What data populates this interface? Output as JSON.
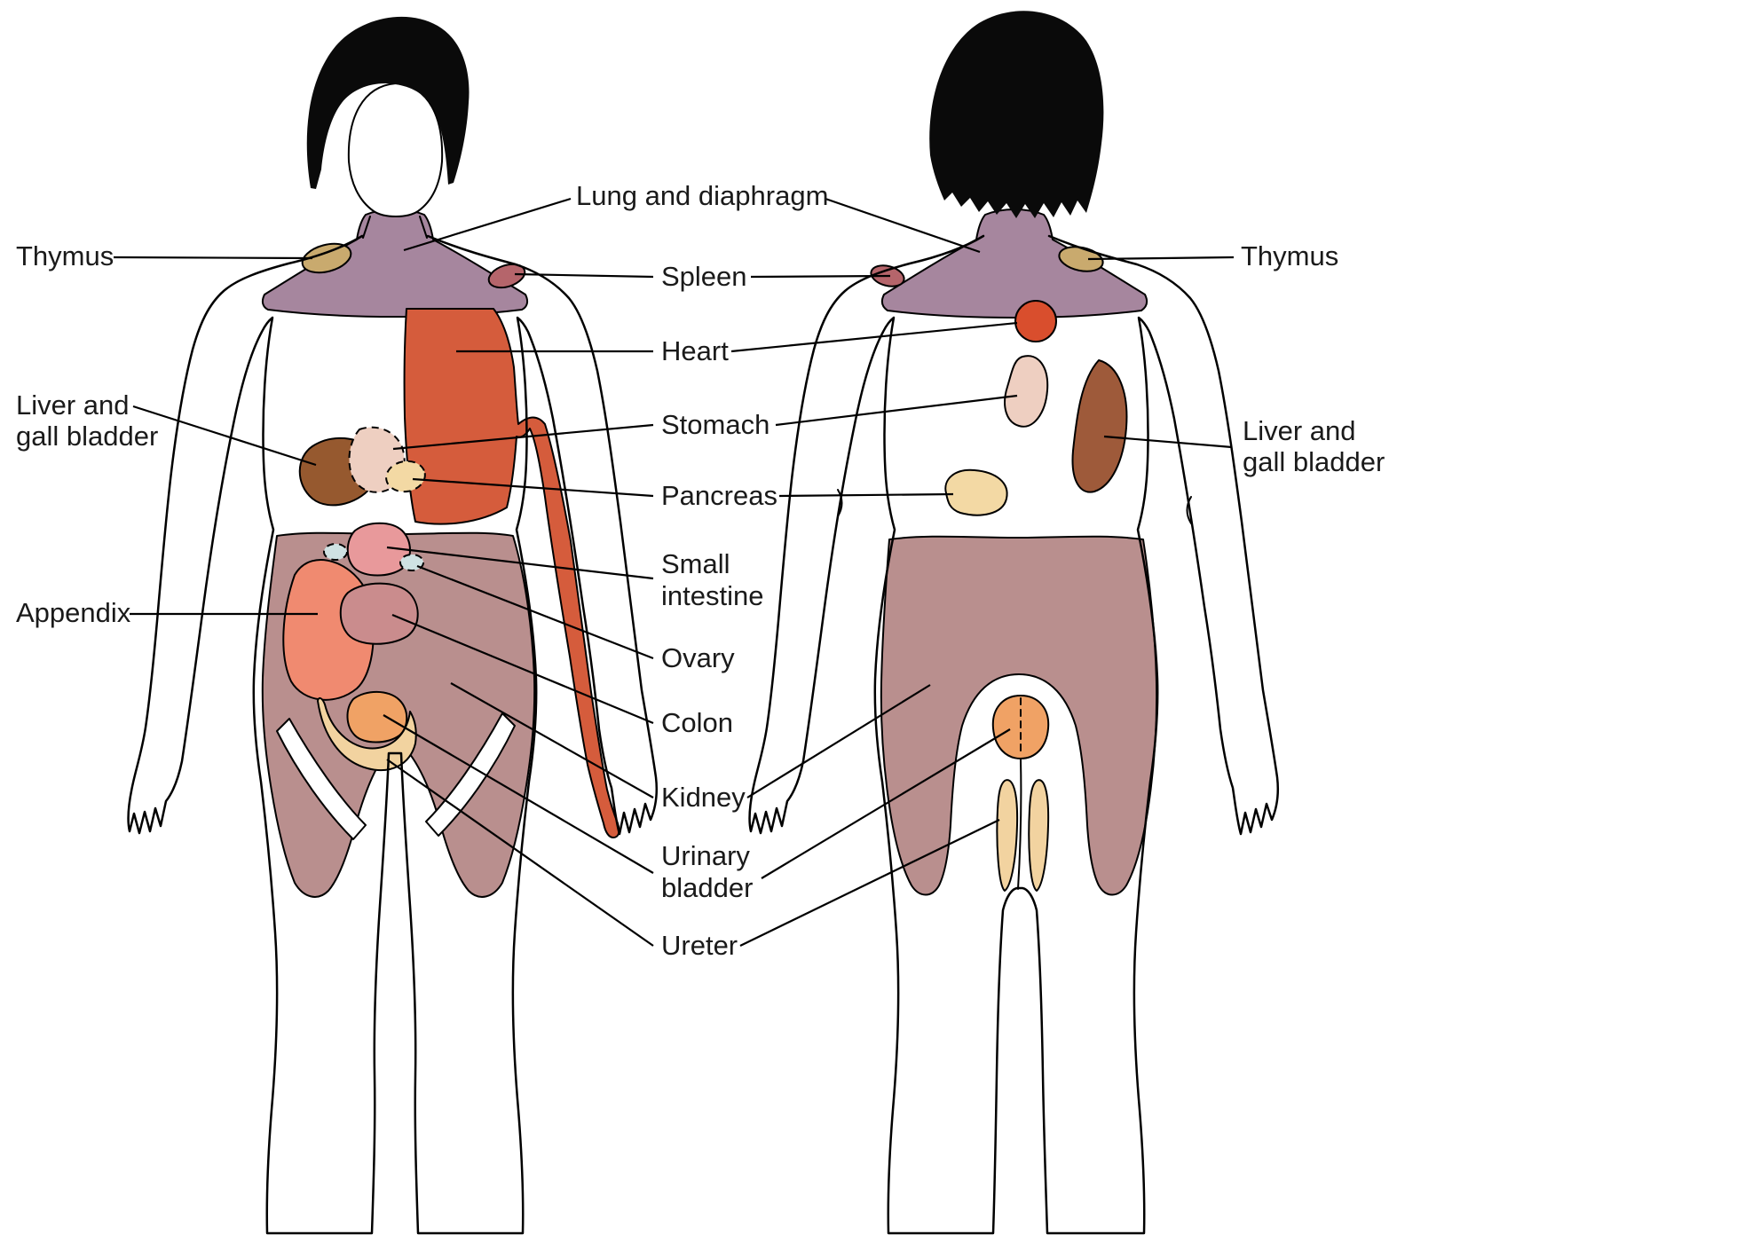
{
  "labels": {
    "lung_and_diaphragm": "Lung and diaphragm",
    "thymus_left": "Thymus",
    "thymus_right": "Thymus",
    "spleen": "Spleen",
    "heart": "Heart",
    "stomach": "Stomach",
    "pancreas": "Pancreas",
    "small_intestine": {
      "line1": "Small",
      "line2": "intestine"
    },
    "ovary": "Ovary",
    "colon": "Colon",
    "kidney": "Kidney",
    "urinary_bladder": {
      "line1": "Urinary",
      "line2": "bladder"
    },
    "ureter": "Ureter",
    "liver_gall_left": {
      "line1": "Liver and",
      "line2": "gall bladder"
    },
    "liver_gall_right": {
      "line1": "Liver and",
      "line2": "gall bladder"
    },
    "appendix": "Appendix"
  },
  "colors": {
    "outline": "#000000",
    "hair": "#0a0a0a",
    "skin": "#ffffff",
    "lung_diaphragm": "#a6869e",
    "thymus": "#c9aa6e",
    "spleen": "#b5656b",
    "heart_front": "#d55c3c",
    "heart_back": "#d94e2d",
    "liver_front": "#96592f",
    "liver_back": "#9e5a3a",
    "stomach_front": "#eecfc1",
    "stomach_back": "#eecfc1",
    "pancreas": "#f3d9a4",
    "abdomen_mauve": "#b98f8e",
    "appendix": "#f08a70",
    "small_intestine": "#e8999b",
    "colon": "#ca8c8d",
    "ovary": "#cfe2e3",
    "bladder": "#f0a265",
    "ureter": "#f2d3a0",
    "label_text": "#1a1a1a"
  }
}
